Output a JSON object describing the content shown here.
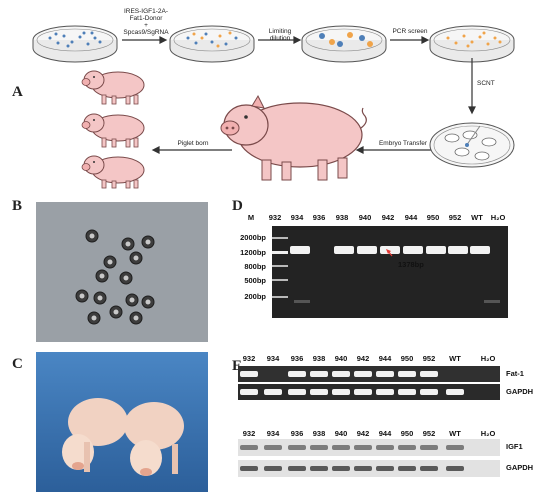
{
  "panels": {
    "a": "A",
    "b": "B",
    "c": "C",
    "d": "D",
    "e": "E"
  },
  "workflow": {
    "donor_line1": "IRES-IGF1-2A-Fat1-Donor",
    "donor_plus": "+",
    "donor_line2": "Spcas9/SgRNA",
    "limiting_dilution": "Limiting dilution",
    "pcr_screen": "PCR screen",
    "scnt": "SCNT",
    "embryo_transfer": "Embryo Transfer",
    "piglet_born": "Piglet  born"
  },
  "gel_d": {
    "lanes": [
      "M",
      "932",
      "934",
      "936",
      "938",
      "940",
      "942",
      "944",
      "950",
      "952",
      "WT",
      "H₂O"
    ],
    "markers": [
      "2000bp",
      "1200bp",
      "800bp",
      "500bp",
      "200bp"
    ],
    "annotation": "1378bp",
    "band_present": [
      true,
      true,
      false,
      true,
      true,
      true,
      true,
      true,
      true,
      true,
      false,
      false
    ]
  },
  "gel_e1": {
    "lanes": [
      "932",
      "934",
      "936",
      "938",
      "940",
      "942",
      "944",
      "950",
      "952",
      "WT",
      "H₂O"
    ],
    "row1_label": "Fat-1",
    "row2_label": "GAPDH",
    "fat1_present": [
      true,
      false,
      true,
      true,
      true,
      true,
      true,
      true,
      true,
      false,
      false
    ]
  },
  "gel_e2": {
    "lanes": [
      "932",
      "934",
      "936",
      "938",
      "940",
      "942",
      "944",
      "950",
      "952",
      "WT",
      "H₂O"
    ],
    "row1_label": "IGF1",
    "row2_label": "GAPDH"
  },
  "colors": {
    "pig": "#f4c6c6",
    "pig_outline": "#7a4a4a",
    "dish_cell_blue": "#4e7fb8",
    "dish_cell_orange": "#f0a44a",
    "arrow": "#333333"
  }
}
